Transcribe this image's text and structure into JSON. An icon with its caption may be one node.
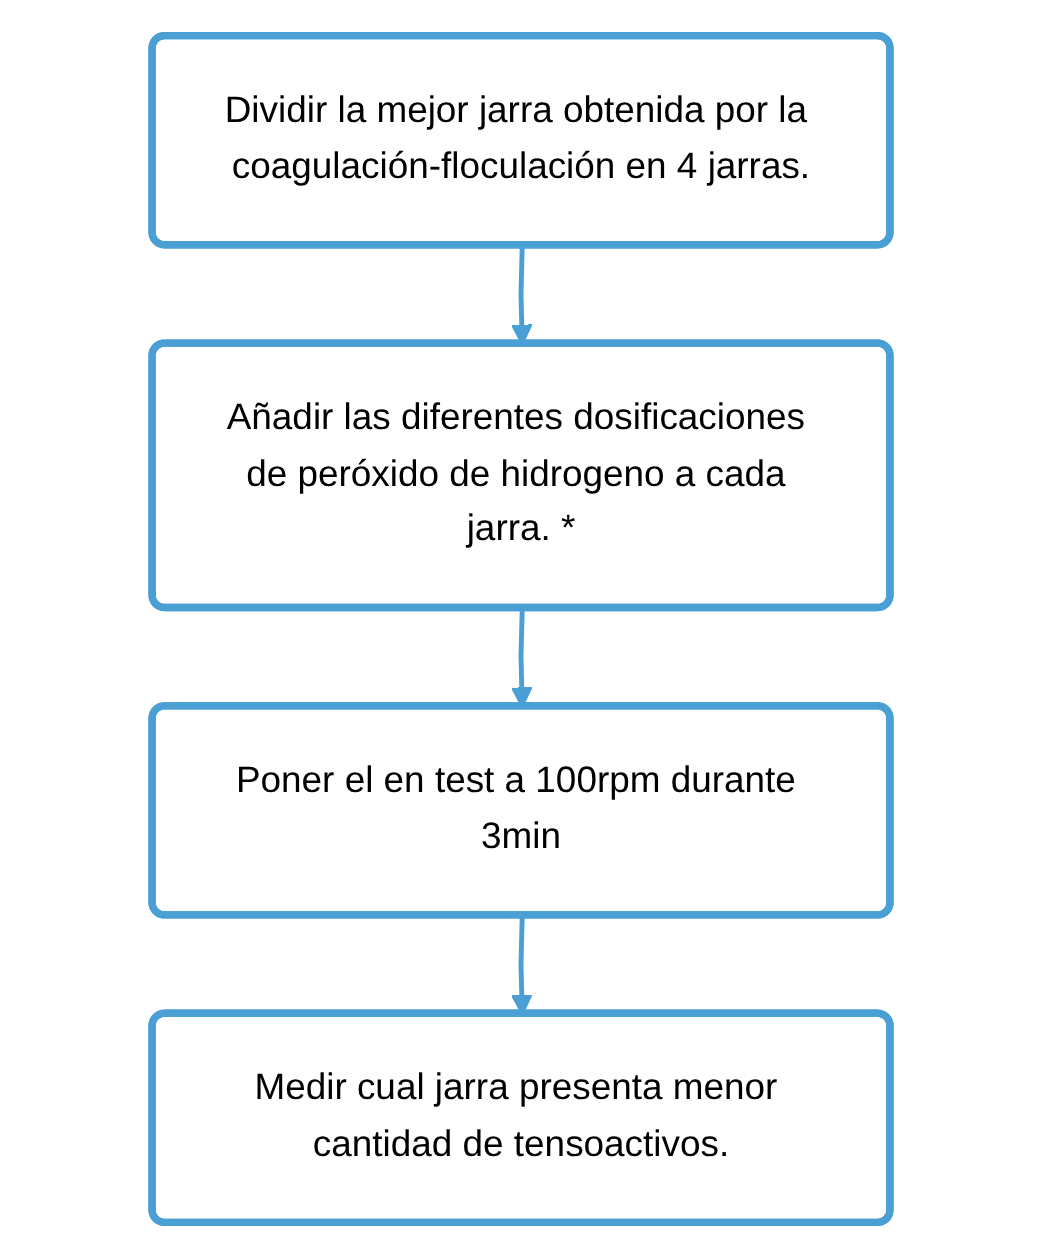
{
  "diagram": {
    "nodes": [
      {
        "text": [
          "Dividir la mejor jarra obtenida por la coagulación-floculación en 4 jarras."
        ]
      },
      {
        "text": [
          "Añadir las diferentes dosificaciones de peróxido de hidrogeno a cada jarra. *"
        ]
      },
      {
        "text": [
          "Poner el en test a 100rpm durante 3min"
        ]
      },
      {
        "text": [
          "Medir cual jarra presenta menor cantidad de tensoactivos."
        ]
      }
    ],
    "edges": [
      {
        "from": 0,
        "to": 1,
        "arrow": "to"
      },
      {
        "from": 1,
        "to": 2,
        "arrow": "to"
      },
      {
        "from": 2,
        "to": 3,
        "arrow": "to"
      }
    ]
  }
}
